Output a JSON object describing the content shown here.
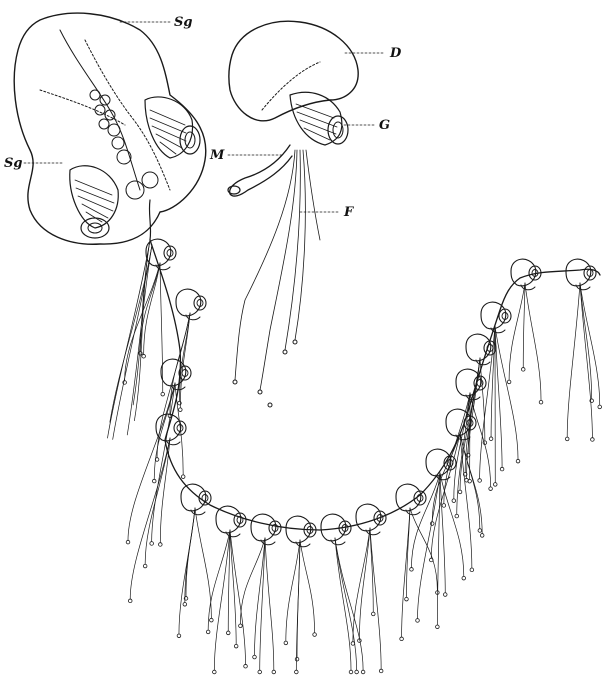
{
  "figure": {
    "labels": {
      "sg_top": "Sg",
      "sg_left": "Sg",
      "d": "D",
      "g": "G",
      "m": "M",
      "f": "F"
    }
  }
}
